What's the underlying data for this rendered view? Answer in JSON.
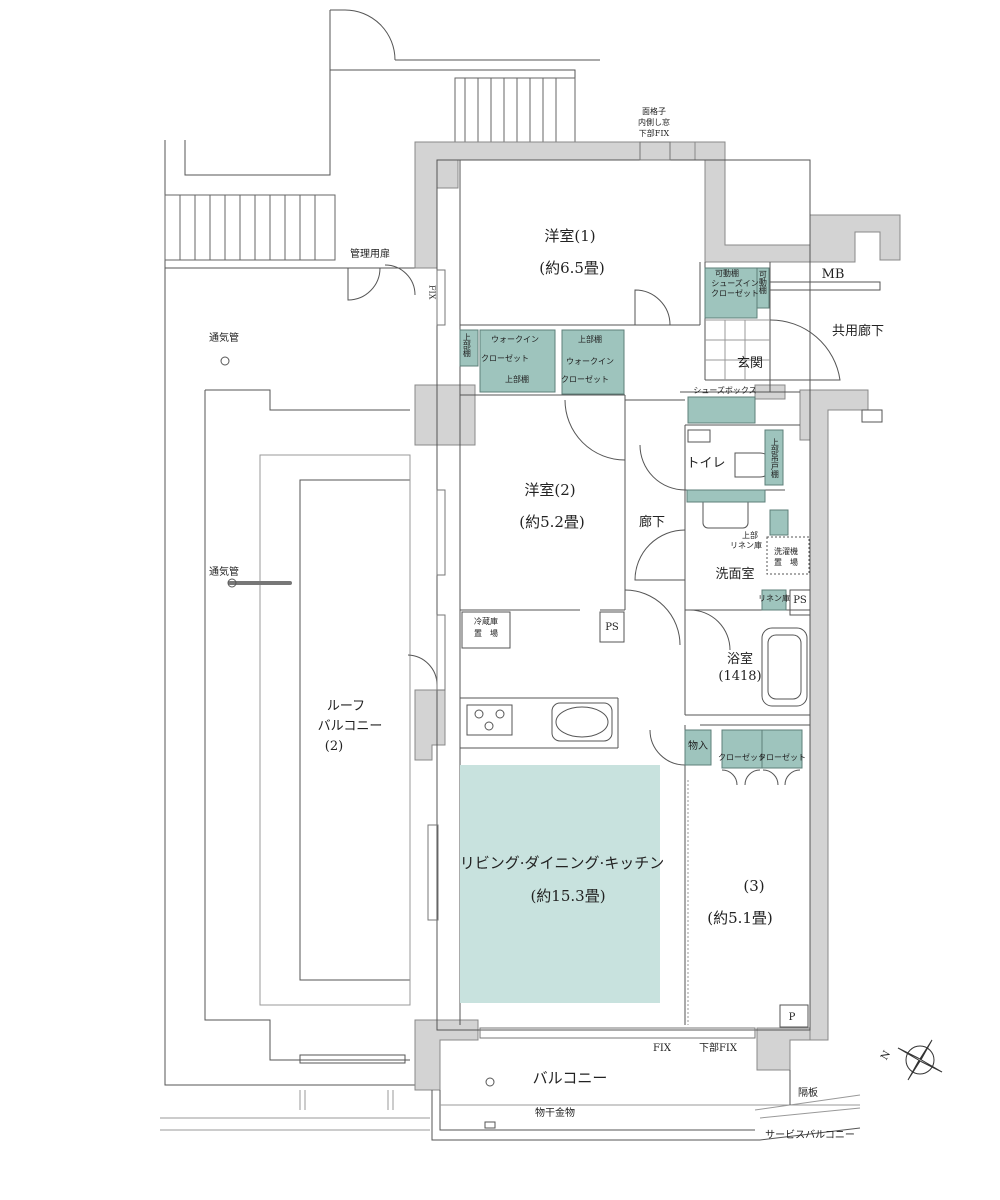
{
  "rooms": {
    "western1": {
      "name": "洋室(1)",
      "size": "(約6.5畳)"
    },
    "western2": {
      "name": "洋室(2)",
      "size": "(約5.2畳)"
    },
    "western3": {
      "name": "(3)",
      "size": "(約5.1畳)"
    },
    "ldk": {
      "name": "リビング·ダイニング·キッチン",
      "size": "(約15.3畳)"
    },
    "bath": {
      "name": "浴室",
      "size": "(1418)"
    },
    "washroom": "洗面室",
    "toilet": "トイレ",
    "corridor": "廊下",
    "entrance": "玄関",
    "balcony": "バルコニー",
    "roof_balcony": [
      "ルーフ",
      "バルコニー",
      "(2)"
    ],
    "service_balcony": "サービスバルコニー",
    "common_corridor": "共用廊下"
  },
  "storage": {
    "wic1_label": [
      "ウォークイン",
      "クローゼット"
    ],
    "upper_shelf": "上部棚",
    "upper_shelf_vertical": "上部棚",
    "wic2_upper": "上部棚",
    "wic2_label": [
      "ウォークイン",
      "クローゼット"
    ],
    "shoes_in": [
      "可動棚",
      "シューズイン",
      "クローゼット"
    ],
    "movable_shelf_vertical": "可動棚",
    "shoes_box": "シューズボックス",
    "toilet_shelf": "上部吊戸棚",
    "upper_linen": [
      "上部",
      "リネン庫"
    ],
    "linen": "リネン庫",
    "storeroom": "物入",
    "closet_a": "クローゼット",
    "closet_b": "クローゼット"
  },
  "fixtures": {
    "fridge": [
      "冷蔵庫",
      "置　場"
    ],
    "washer": [
      "洗濯機",
      "置　場"
    ],
    "ps1": "PS",
    "ps2": "PS",
    "p": "P",
    "mb": "MB",
    "vent1": "通気管",
    "vent2": "通気管",
    "mgmt_door": "管理用扉",
    "window_note": [
      "面格子",
      "内側し窓",
      "下部FIX"
    ],
    "fix_left": "FIX",
    "fix_bottom": "FIX",
    "fix_bottom2": "下部FIX",
    "clothes_pole": "物干金物",
    "partition": "隔板"
  },
  "compass": "N",
  "colors": {
    "wall": "#d3d3d3",
    "storage": "#9ec4bd",
    "ldk_fill": "#c8e2de",
    "line": "#555555"
  }
}
